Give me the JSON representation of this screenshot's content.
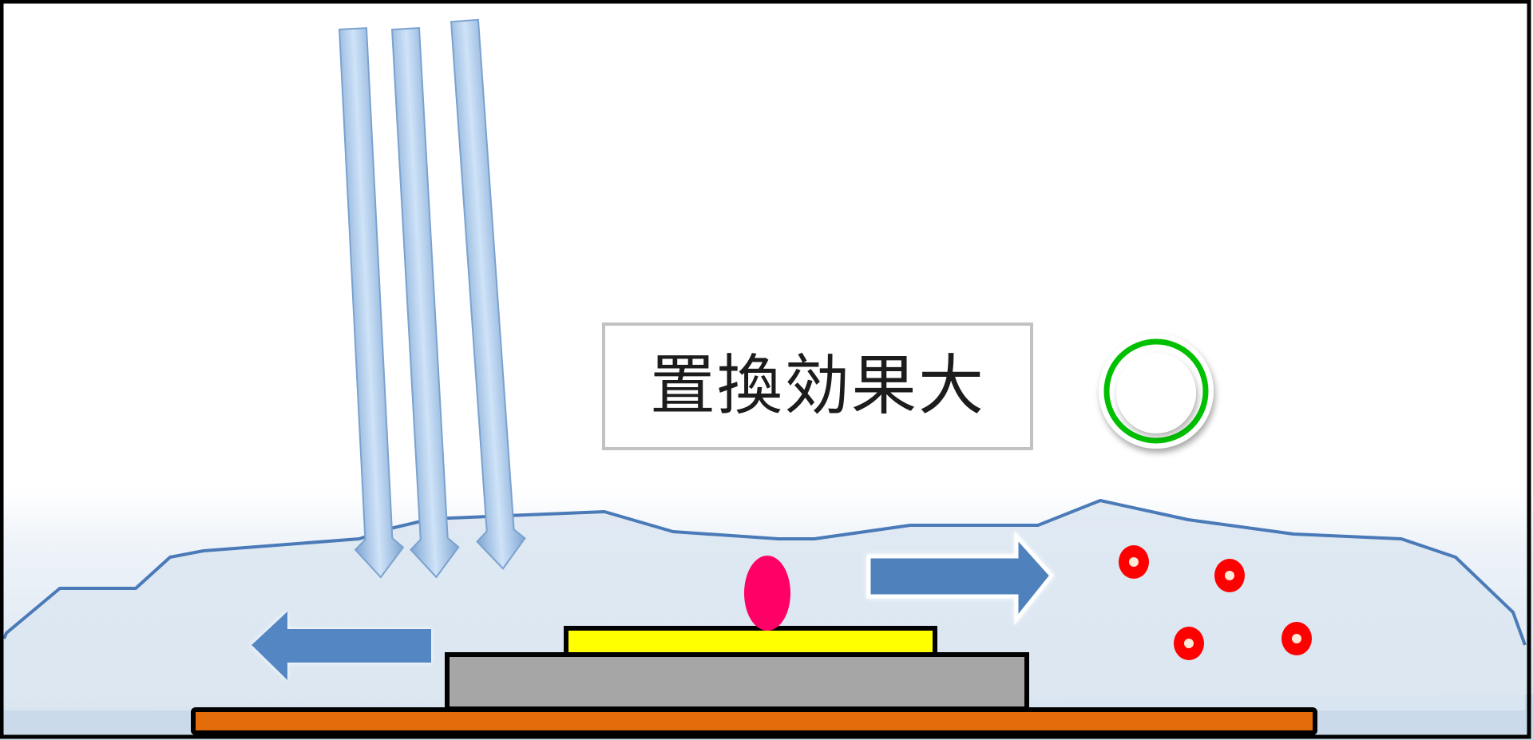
{
  "diagram": {
    "label": "置換効果大",
    "mark": "good-circle",
    "colors": {
      "frame": "#000000",
      "liquid_fill": "#dce6f1",
      "liquid_outline": "#4a7ab8",
      "flow_arrow": "#4f81bd",
      "beam_arrow": "#c6dcf3",
      "beam_arrow_edge": "#7aa2d0",
      "particle": "#ff0066",
      "displaced_particle": "#ff0000",
      "good_mark": "#00c000",
      "top_layer": "#ffff00",
      "middle_layer": "#a6a6a6",
      "base_layer": "#e36c0a"
    },
    "elements": {
      "incident_beams": 3,
      "displaced_particles": 4,
      "flow_arrows": [
        "left",
        "right"
      ]
    }
  }
}
